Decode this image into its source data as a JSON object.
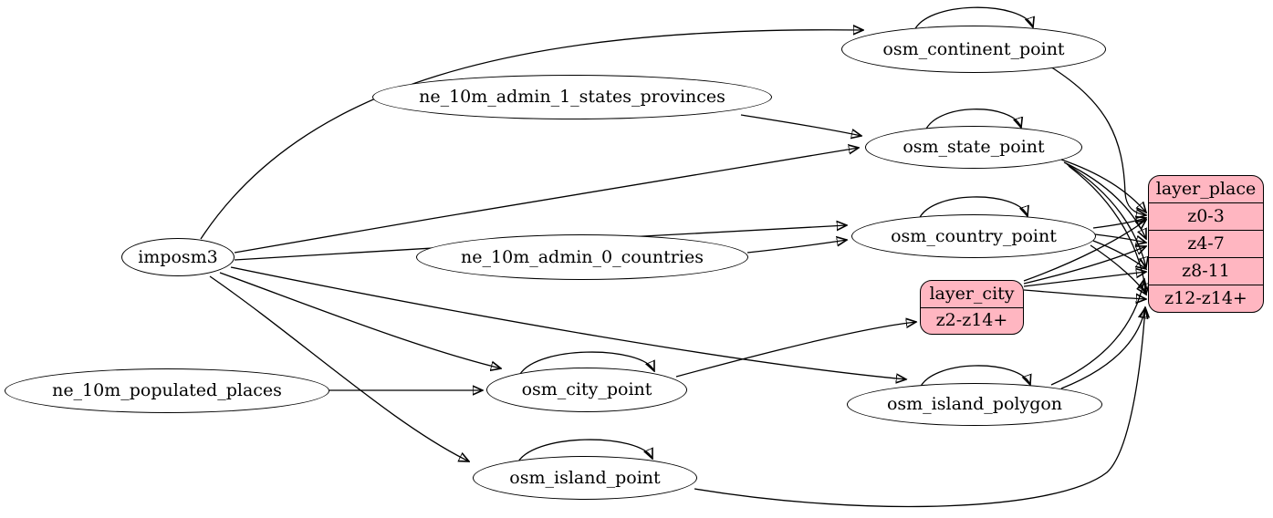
{
  "colors": {
    "background": "#ffffff",
    "node_fill": "#ffffff",
    "record_fill": "#ffb6c1",
    "stroke": "#000000"
  },
  "ellipses": [
    {
      "id": "imposm3",
      "label": "imposm3"
    },
    {
      "id": "ne_10m_admin_1_states_provinces",
      "label": "ne_10m_admin_1_states_provinces"
    },
    {
      "id": "ne_10m_admin_0_countries",
      "label": "ne_10m_admin_0_countries"
    },
    {
      "id": "ne_10m_populated_places",
      "label": "ne_10m_populated_places"
    },
    {
      "id": "osm_continent_point",
      "label": "osm_continent_point"
    },
    {
      "id": "osm_state_point",
      "label": "osm_state_point"
    },
    {
      "id": "osm_country_point",
      "label": "osm_country_point"
    },
    {
      "id": "osm_city_point",
      "label": "osm_city_point"
    },
    {
      "id": "osm_island_polygon",
      "label": "osm_island_polygon"
    },
    {
      "id": "osm_island_point",
      "label": "osm_island_point"
    }
  ],
  "records": [
    {
      "id": "layer_place",
      "title": "layer_place",
      "rows": [
        "z0-3",
        "z4-7",
        "z8-11",
        "z12-z14+"
      ]
    },
    {
      "id": "layer_city",
      "title": "layer_city",
      "rows": [
        "z2-z14+"
      ]
    }
  ],
  "edges": [
    {
      "from": "imposm3",
      "to": "osm_continent_point"
    },
    {
      "from": "imposm3",
      "to": "osm_state_point"
    },
    {
      "from": "imposm3",
      "to": "osm_country_point"
    },
    {
      "from": "imposm3",
      "to": "osm_city_point"
    },
    {
      "from": "imposm3",
      "to": "osm_island_polygon"
    },
    {
      "from": "imposm3",
      "to": "osm_island_point"
    },
    {
      "from": "ne_10m_admin_1_states_provinces",
      "to": "osm_state_point"
    },
    {
      "from": "ne_10m_admin_0_countries",
      "to": "osm_country_point"
    },
    {
      "from": "ne_10m_populated_places",
      "to": "osm_city_point"
    },
    {
      "from": "osm_continent_point",
      "to": "osm_continent_point"
    },
    {
      "from": "osm_state_point",
      "to": "osm_state_point"
    },
    {
      "from": "osm_country_point",
      "to": "osm_country_point"
    },
    {
      "from": "osm_city_point",
      "to": "osm_city_point"
    },
    {
      "from": "osm_island_polygon",
      "to": "osm_island_polygon"
    },
    {
      "from": "osm_island_point",
      "to": "osm_island_point"
    },
    {
      "from": "osm_continent_point",
      "to": "layer_place:z0-3"
    },
    {
      "from": "osm_state_point",
      "to": "layer_place:z0-3"
    },
    {
      "from": "osm_state_point",
      "to": "layer_place:z4-7"
    },
    {
      "from": "osm_state_point",
      "to": "layer_place:z8-11"
    },
    {
      "from": "osm_state_point",
      "to": "layer_place:z12-z14+"
    },
    {
      "from": "osm_country_point",
      "to": "layer_place:z0-3"
    },
    {
      "from": "osm_country_point",
      "to": "layer_place:z4-7"
    },
    {
      "from": "osm_country_point",
      "to": "layer_place:z8-11"
    },
    {
      "from": "osm_country_point",
      "to": "layer_place:z12-z14+"
    },
    {
      "from": "osm_city_point",
      "to": "layer_city:z2-z14+"
    },
    {
      "from": "layer_city",
      "to": "layer_place:z0-3"
    },
    {
      "from": "layer_city",
      "to": "layer_place:z4-7"
    },
    {
      "from": "layer_city",
      "to": "layer_place:z8-11"
    },
    {
      "from": "layer_city",
      "to": "layer_place:z12-z14+"
    },
    {
      "from": "osm_island_polygon",
      "to": "layer_place:z8-11"
    },
    {
      "from": "osm_island_polygon",
      "to": "layer_place:z12-z14+"
    },
    {
      "from": "osm_island_point",
      "to": "layer_place:z12-z14+"
    }
  ]
}
